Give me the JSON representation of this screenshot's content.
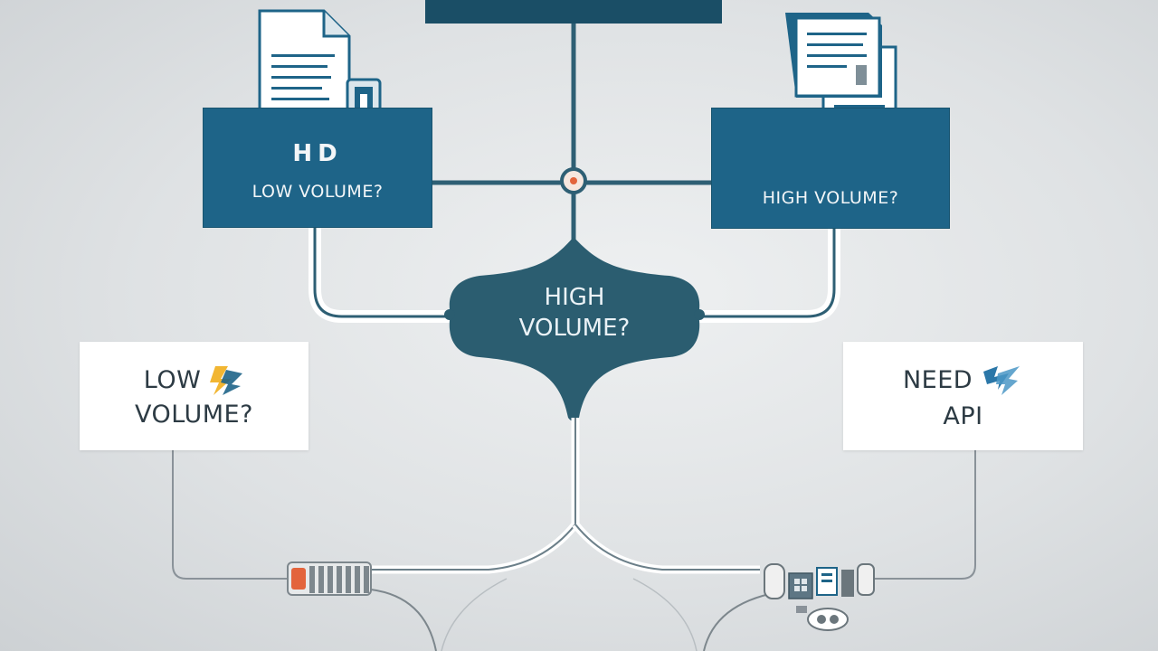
{
  "colors": {
    "dark_blue": "#1e6488",
    "top_bar": "#1a4e66",
    "diamond": "#2b5d70",
    "line_dark": "#2e5f74",
    "line_white": "#ffffff",
    "thin_gray": "#8a9299",
    "accent_orange": "#e3643c",
    "accent_yellow": "#f2b632"
  },
  "nodes": {
    "top_left": {
      "icon_glyph": "HD",
      "label": "LOW VOLUME?"
    },
    "top_right": {
      "label": "HIGH VOLUME?"
    },
    "center": {
      "line1": "HIGH",
      "line2": "VOLUME?"
    },
    "bottom_left": {
      "line1": "LOW",
      "line2": "VOLUME?"
    },
    "bottom_right": {
      "line1": "NEED",
      "line2": "API"
    }
  },
  "icons": {
    "top_left_document": "document-icon",
    "top_left_device": "mobile-device-icon",
    "top_right_documents": "documents-stack-icon",
    "center_junction": "junction-node-icon",
    "bottom_left_lightning": "lightning-icon",
    "bottom_right_lightning": "lightning-icon",
    "bottom_left_hardware": "server-rack-icon",
    "bottom_right_hardware": "device-cluster-icon"
  }
}
